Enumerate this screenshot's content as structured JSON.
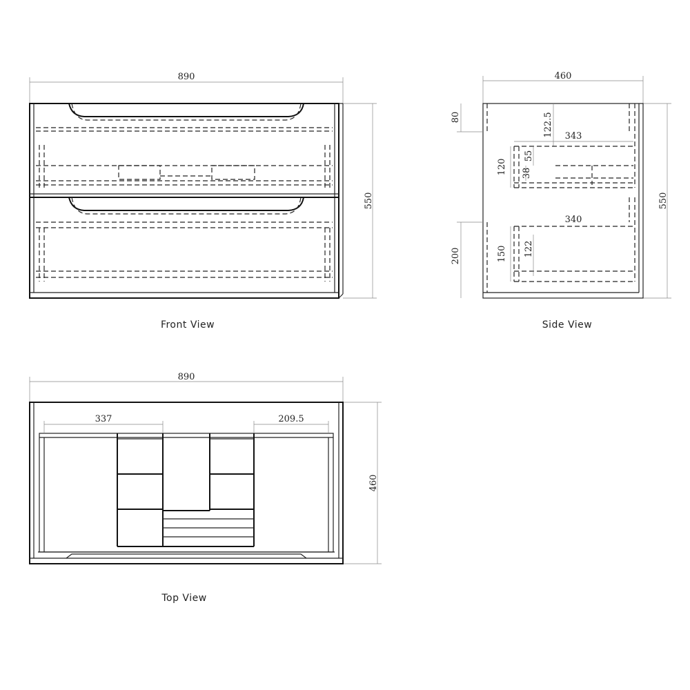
{
  "front_view": {
    "caption": "Front View",
    "dims": {
      "width": "890",
      "height": "550"
    }
  },
  "side_view": {
    "caption": "Side View",
    "dims": {
      "depth": "460",
      "height": "550",
      "top_rail": "80",
      "drawer_offset": "122.5",
      "top_drawer_depth": "343",
      "top_drawer_height": "120",
      "top_drawer_inner": "55",
      "top_drawer_base": "38",
      "bottom_drawer_depth": "340",
      "bottom_rail": "200",
      "bottom_drawer_height": "150",
      "bottom_drawer_inner": "122"
    }
  },
  "top_view": {
    "caption": "Top View",
    "dims": {
      "width": "890",
      "depth": "460",
      "left_section": "337",
      "right_section": "209.5"
    }
  }
}
